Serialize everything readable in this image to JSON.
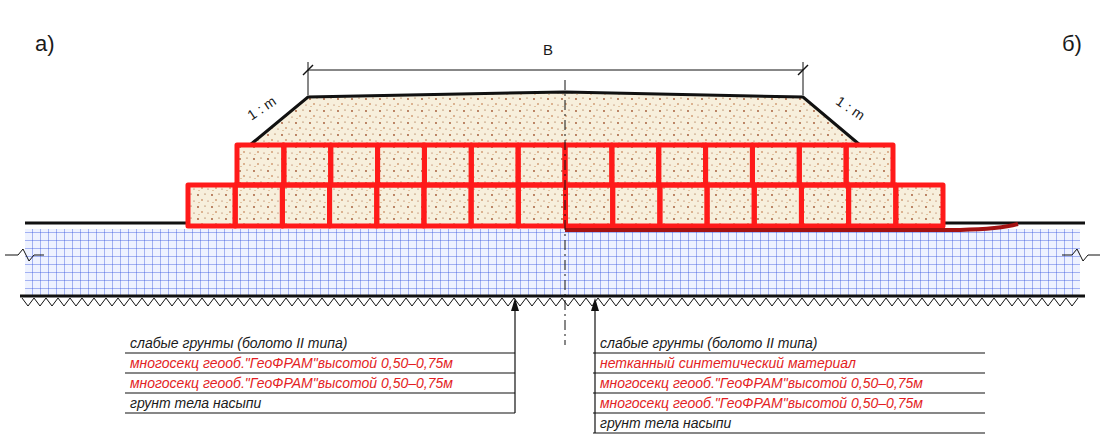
{
  "diagram": {
    "labels": [
      "а)",
      "б)",
      "В",
      "1 : m",
      "1 : m",
      "слабые грунты (болото II типа)",
      "многосекц геооб.\"ГеоФРАМ\"высотой 0,50–0,75м",
      "многосекц геооб.\"ГеоФРАМ\"высотой 0,50–0,75м",
      "грунт тела насыпи",
      "слабые грунты (болото II типа)",
      "нетканный синтетический материал",
      "многосекц геооб.\"ГеоФРАМ\"высотой 0,50–0,75м",
      "многосекц геооб.\"ГеоФРАМ\"высотой 0,50–0,75м",
      "грунт тела насыпи"
    ]
  }
}
